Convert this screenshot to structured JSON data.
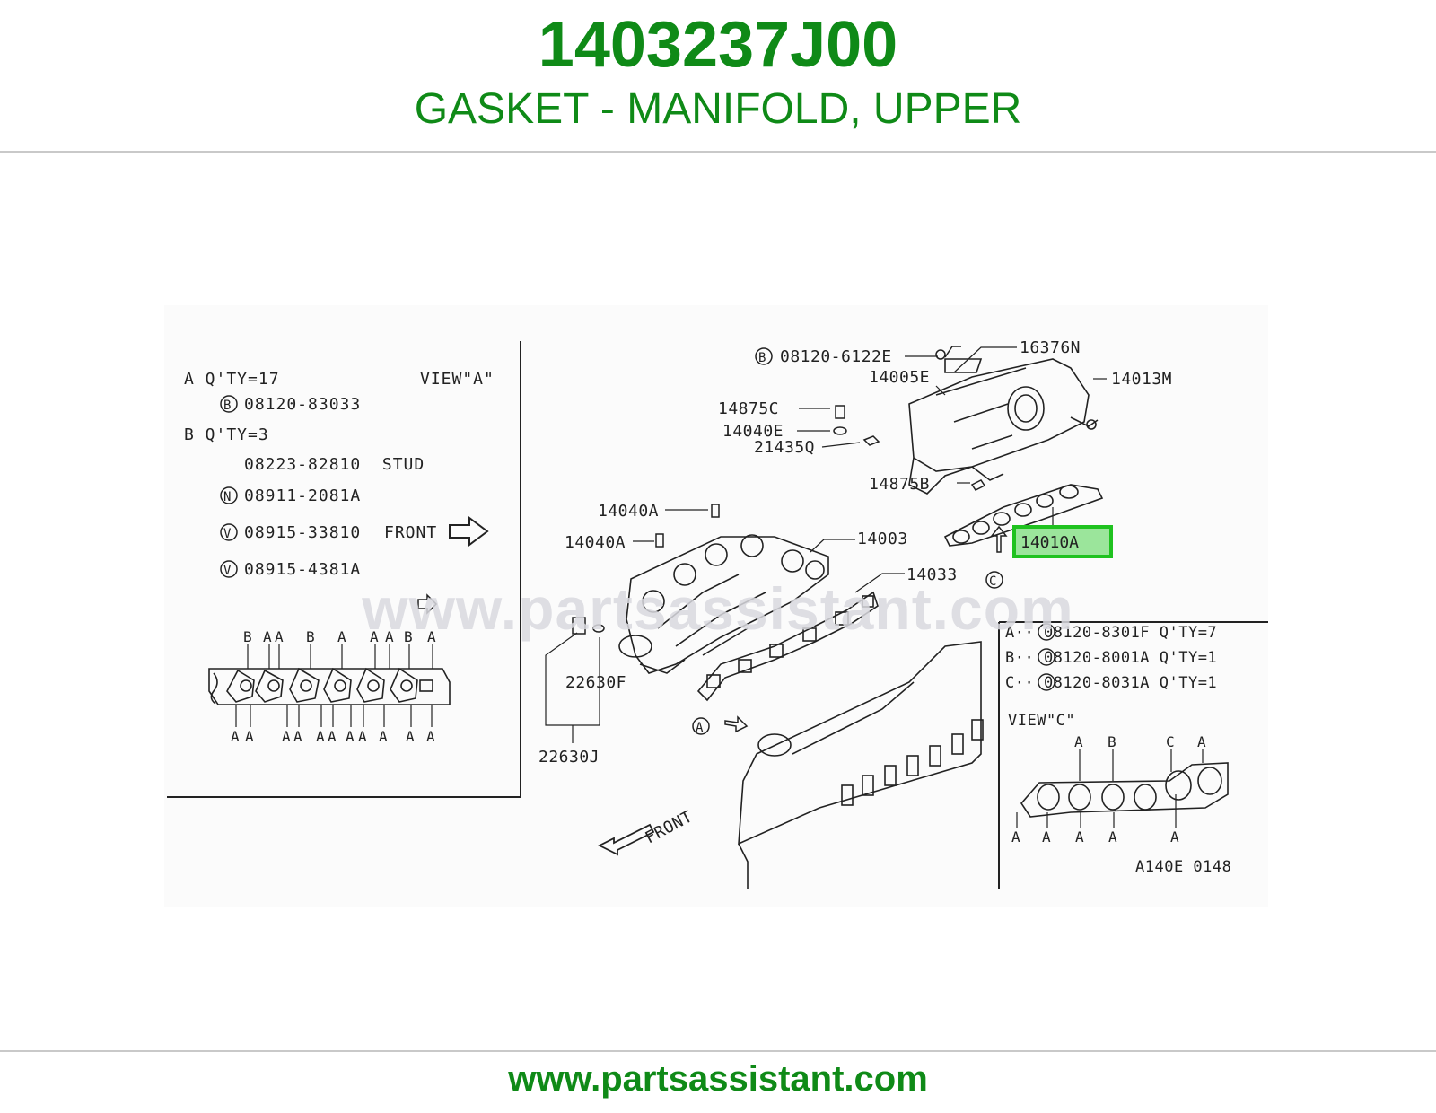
{
  "header": {
    "part_number": "1403237J00",
    "description": "GASKET - MANIFOLD, UPPER"
  },
  "footer": {
    "url": "www.partsassistant.com"
  },
  "watermark": "www.partsassistant.com",
  "colors": {
    "brand_green": "#0f8a17",
    "highlight_fill": "#9be59b",
    "highlight_border": "#1fc21f",
    "line": "#222222"
  },
  "inset_left": {
    "row_a": "A Q'TY=17",
    "view": "VIEW\"A\"",
    "part_b1": "08120-83033",
    "row_b": "B Q'TY=3",
    "stud": "08223-82810  STUD",
    "part_n": "08911-2081A",
    "part_v1": "08915-33810",
    "front": "FRONT",
    "part_v2": "08915-4381A",
    "top_letters": [
      "B",
      "A",
      "A",
      "B",
      "A",
      "A",
      "A",
      "B",
      "A"
    ],
    "bottom_letters": [
      "A",
      "A",
      "A",
      "A",
      "A",
      "A",
      "A",
      "A",
      "A",
      "A",
      "A"
    ]
  },
  "callouts": {
    "p08120_6122E": "08120-6122E",
    "p16376N": "16376N",
    "p14005E": "14005E",
    "p14013M": "14013M",
    "p14875C": "14875C",
    "p14040E": "14040E",
    "p21435Q": "21435Q",
    "p14875B": "14875B",
    "p14040A_1": "14040A",
    "p14040A_2": "14040A",
    "p14003": "14003",
    "p14010A": "14010A",
    "p14033": "14033",
    "p22630F": "22630F",
    "p22630J": "22630J",
    "front_main": "FRONT",
    "marker_c": "C",
    "marker_a": "A"
  },
  "inset_right": {
    "line_a": "A·· 08120-8301F Q'TY=7",
    "line_b": "B·· 08120-8001A Q'TY=1",
    "line_c": "C·· 08120-8031A Q'TY=1",
    "view": "VIEW\"C\"",
    "top_letters": [
      "A",
      "B",
      "C",
      "A"
    ],
    "bottom_letters": [
      "A",
      "A",
      "A",
      "A",
      "A"
    ]
  },
  "diagram_code": "A140E 0148"
}
